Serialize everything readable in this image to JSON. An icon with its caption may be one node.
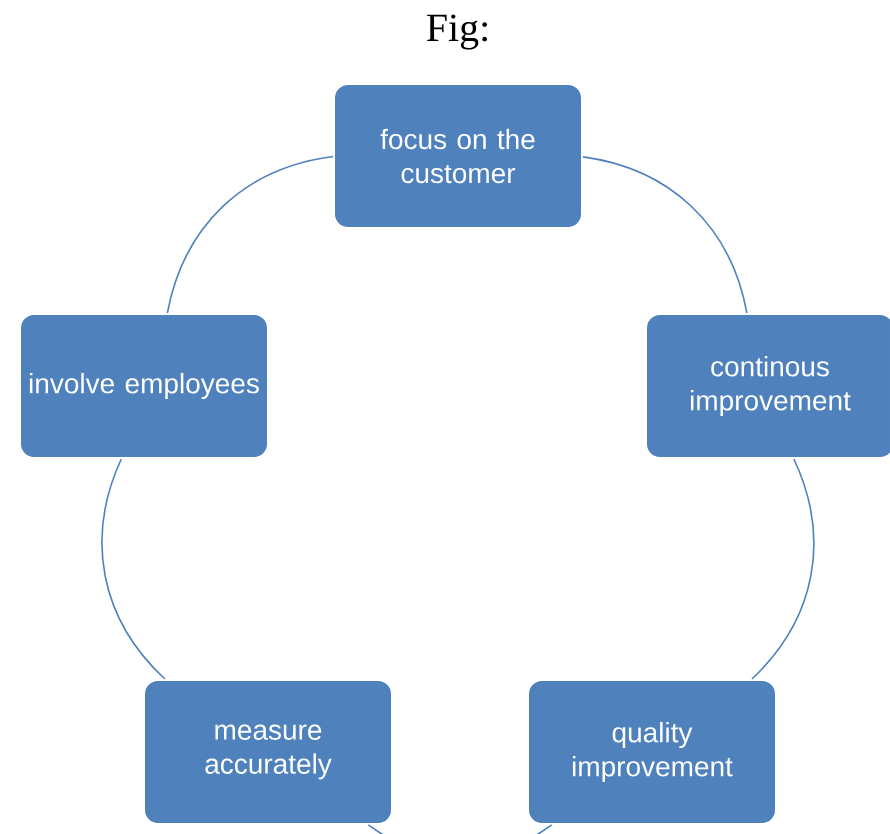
{
  "diagram": {
    "title": "Fig:",
    "nodes": [
      {
        "text": [
          "focus on the customer"
        ]
      },
      {
        "text": [
          "continous improvement"
        ]
      },
      {
        "text": [
          "quality improvement"
        ]
      },
      {
        "text": [
          "measure accurately"
        ]
      },
      {
        "text": [
          "involve employees"
        ]
      }
    ],
    "edges": [
      {
        "from": 0,
        "to": 1,
        "arrow": "none"
      },
      {
        "from": 1,
        "to": 2,
        "arrow": "none"
      },
      {
        "from": 2,
        "to": 3,
        "arrow": "none"
      },
      {
        "from": 3,
        "to": 4,
        "arrow": "none"
      },
      {
        "from": 4,
        "to": 0,
        "arrow": "none"
      }
    ]
  }
}
